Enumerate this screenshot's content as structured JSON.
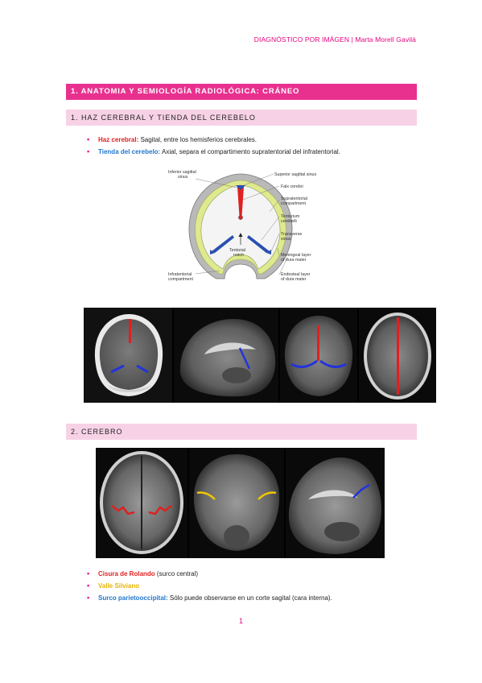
{
  "header": {
    "text": "DIAGNÓSTICO POR IMÁGEN | Marta Morell Gavilá"
  },
  "section1": {
    "title": "1. ANATOMIA Y SEMIOLOGÍA RADIOLÓGICA: CRÁNEO"
  },
  "sub1": {
    "title": "1. HAZ CEREBRAL Y TIENDA DEL CEREBELO",
    "items": [
      {
        "term": "Haz cerebral:",
        "text": " Sagital, entre los hemisferios cerebrales."
      },
      {
        "term": "Tienda del cerebelo:",
        "text": " Axial, separa el compartimento supratentorial del infratentorial."
      }
    ]
  },
  "diagram": {
    "labels": {
      "inferior_sagittal": [
        "Inferior sagittal",
        "sinus"
      ],
      "superior_sagittal": "Superior sagittal sinus",
      "falx": "Falx cerebri",
      "supratentorial": [
        "Supratentorial",
        "compartment"
      ],
      "tentorium": [
        "Tentorium",
        "cerebelli"
      ],
      "tentorial_notch": [
        "Tentorial",
        "notch"
      ],
      "transverse": [
        "Transverse",
        "sinus"
      ],
      "meningeal": [
        "Meningeal layer",
        "of dura mater"
      ],
      "infratentorial": [
        "Infratentorial",
        "compartment"
      ],
      "endosteal": [
        "Endosteal layer",
        "of dura mater"
      ]
    }
  },
  "sub2": {
    "title": "2. CEREBRO",
    "items": [
      {
        "term": "Cisura de Rolando",
        "text": " (surco central)",
        "color": "red"
      },
      {
        "term": "Valle Silviano",
        "text": "",
        "color": "yellow"
      },
      {
        "term": "Surco parietooccipital:",
        "text": " Sólo puede observarse en un corte sagital (cara interna).",
        "color": "blue"
      }
    ]
  },
  "page": {
    "number": "1"
  },
  "colors": {
    "accent": "#e8318f",
    "accent_light": "#f7d2e6",
    "red": "#e02020",
    "blue": "#2277cc",
    "yellow": "#e8b400"
  }
}
